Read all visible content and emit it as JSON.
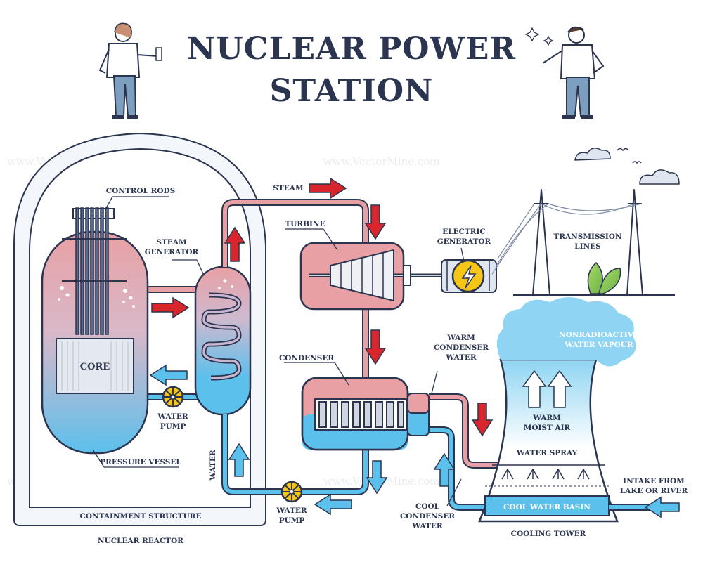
{
  "title": {
    "line1": "NUCLEAR POWER",
    "line2": "STATION"
  },
  "watermark": "www.VectorMine.com",
  "labels": {
    "control_rods": "CONTROL RODS",
    "steam_generator_1": "STEAM",
    "steam_generator_2": "GENERATOR",
    "core": "CORE",
    "water_pump_left_1": "WATER",
    "water_pump_left_2": "PUMP",
    "pressure_vessel": "PRESSURE VESSEL",
    "containment_structure": "CONTAINMENT STRUCTURE",
    "nuclear_reactor": "NUCLEAR REACTOR",
    "steam": "STEAM",
    "turbine": "TURBINE",
    "electric_generator_1": "ELECTRIC",
    "electric_generator_2": "GENERATOR",
    "transmission_lines_1": "TRANSMISSION",
    "transmission_lines_2": "LINES",
    "condenser": "CONDENSER",
    "warm_condenser_water_1": "WARM",
    "warm_condenser_water_2": "CONDENSER",
    "warm_condenser_water_3": "WATER",
    "water_vertical": "WATER",
    "water_pump_bottom_1": "WATER",
    "water_pump_bottom_2": "PUMP",
    "cool_condenser_water_1": "COOL",
    "cool_condenser_water_2": "CONDENSER",
    "cool_condenser_water_3": "WATER",
    "nonradioactive_1": "NONRADIOACTIVE",
    "nonradioactive_2": "WATER VAPOUR",
    "warm_moist_air_1": "WARM",
    "warm_moist_air_2": "MOIST AIR",
    "water_spray": "WATER SPRAY",
    "cool_water_basin": "COOL WATER BASIN",
    "cooling_tower": "COOLING TOWER",
    "intake_1": "INTAKE FROM",
    "intake_2": "LAKE OR RIVER"
  },
  "colors": {
    "outline": "#2b3550",
    "hot": "#e8a0a4",
    "cold": "#5cc0ec",
    "arrow_red": "#d8262c",
    "arrow_blue": "#5cc0ec",
    "pump_yellow": "#f5c518",
    "sky_blue": "#8fd4f2"
  }
}
